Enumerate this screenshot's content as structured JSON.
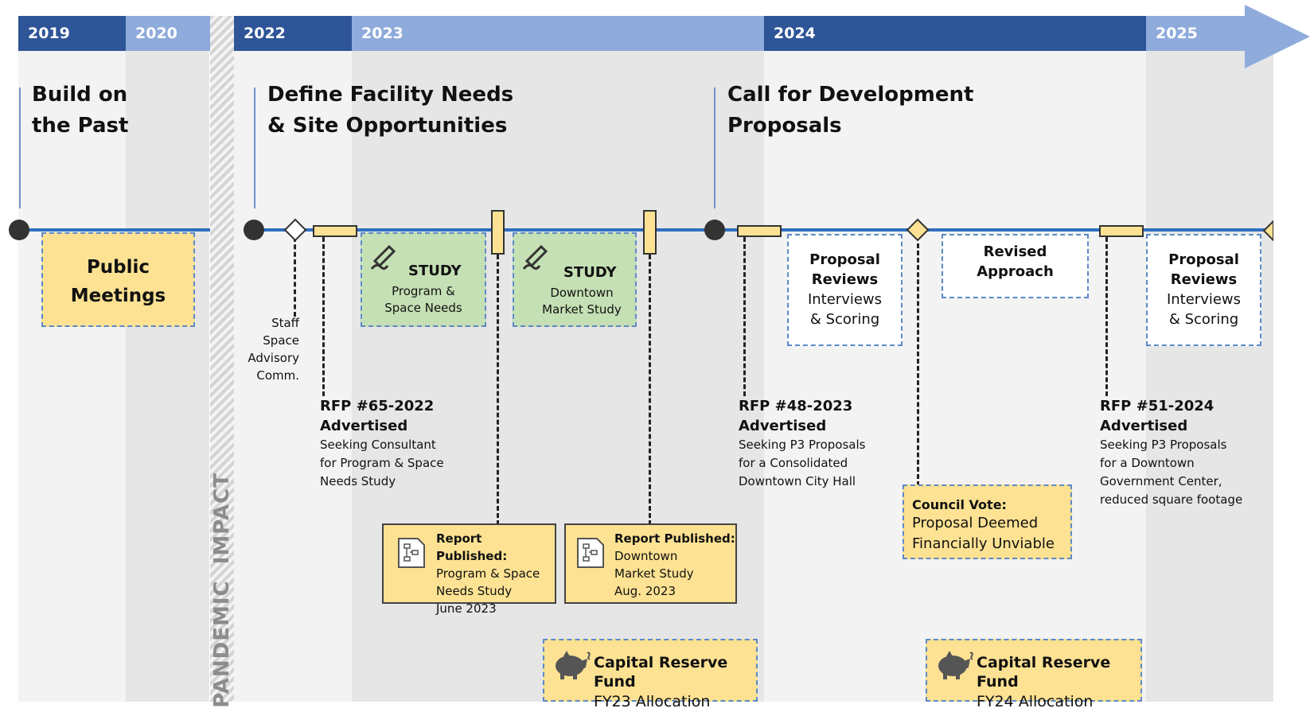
{
  "years": [
    "2019",
    "2020",
    "2022",
    "2023",
    "2024",
    "2025"
  ],
  "phases": {
    "build": [
      "Build on",
      "the Past"
    ],
    "define": [
      "Define Facility Needs",
      "& Site Opportunities"
    ],
    "call": [
      "Call for Development",
      "Proposals"
    ]
  },
  "pandemic": "PANDEMIC  IMPACT",
  "public_meetings": [
    "Public",
    "Meetings"
  ],
  "study1": {
    "title": "STUDY",
    "lines": [
      "Program &",
      "Space Needs"
    ]
  },
  "study2": {
    "title": "STUDY",
    "lines": [
      "Downtown",
      "Market Study"
    ]
  },
  "staff": [
    "Staff",
    "Space",
    "Advisory",
    "Comm."
  ],
  "rfp1": {
    "title": [
      "RFP #65-2022",
      "Advertised"
    ],
    "lines": [
      "Seeking Consultant",
      "for Program & Space",
      "Needs Study"
    ]
  },
  "rfp2": {
    "title": [
      "RFP #48-2023",
      "Advertised"
    ],
    "lines": [
      "Seeking P3 Proposals",
      "for a Consolidated",
      "Downtown City Hall"
    ]
  },
  "rfp3": {
    "title": [
      "RFP #51-2024",
      "Advertised"
    ],
    "lines": [
      "Seeking P3 Proposals",
      "for a Downtown",
      "Government Center,",
      "reduced square footage"
    ]
  },
  "report1": {
    "title": "Report Published:",
    "lines": [
      "Program & Space",
      "Needs Study",
      "June 2023"
    ]
  },
  "report2": {
    "title": "Report Published:",
    "lines": [
      "Downtown",
      "Market Study",
      "Aug. 2023"
    ]
  },
  "review1": {
    "title": [
      "Proposal",
      "Reviews"
    ],
    "lines": [
      "Interviews",
      "& Scoring"
    ]
  },
  "revised": [
    "Revised",
    "Approach"
  ],
  "review2": {
    "title": [
      "Proposal",
      "Reviews"
    ],
    "lines": [
      "Interviews",
      "& Scoring"
    ]
  },
  "council": {
    "title": "Council Vote:",
    "lines": [
      "Proposal Deemed",
      "Financially Unviable"
    ]
  },
  "capital1": {
    "title": "Capital Reserve Fund",
    "sub": "FY23 Allocation"
  },
  "capital2": {
    "title": "Capital Reserve Fund",
    "sub": "FY24 Allocation"
  },
  "colors": {
    "dark_blue": "#2e5597",
    "light_blue": "#8fabdc",
    "yellow": "#fde293",
    "green": "#c5e0b4",
    "line_blue": "#2f6ebf"
  }
}
